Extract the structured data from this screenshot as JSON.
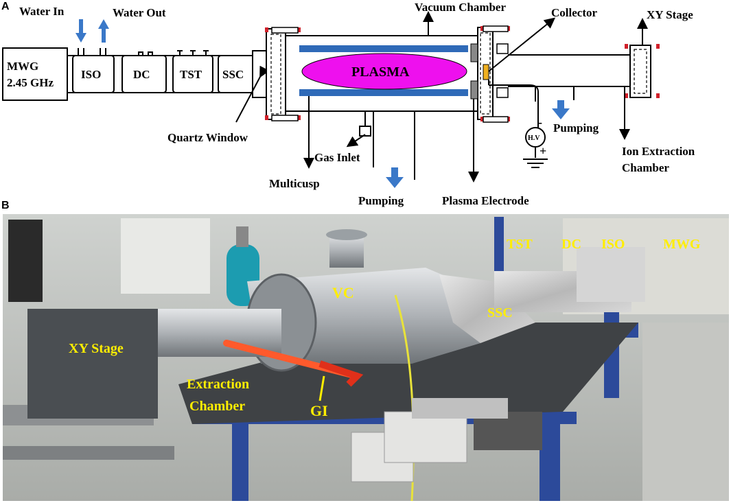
{
  "panels": {
    "a": "A",
    "b": "B"
  },
  "schematic": {
    "water_in": "Water In",
    "water_out": "Water Out",
    "mwg_line1": "MWG",
    "mwg_line2": "2.45 GHz",
    "iso": "ISO",
    "dc": "DC",
    "tst": "TST",
    "ssc": "SSC",
    "plasma": "PLASMA",
    "vacuum_chamber": "Vacuum Chamber",
    "collector": "Collector",
    "xy_stage": "XY Stage",
    "quartz_window": "Quartz Window",
    "gas_inlet": "Gas Inlet",
    "multicusp": "Multicusp",
    "pumping_bottom": "Pumping",
    "plasma_electrode": "Plasma Electrode",
    "hv": "H.V",
    "minus": "-",
    "plus": "+",
    "pumping_right": "Pumping",
    "ion_extraction_line1": "Ion Extraction",
    "ion_extraction_line2": "Chamber"
  },
  "photo": {
    "tst": "TST",
    "dc": "DC",
    "iso": "ISO",
    "mwg": "MWG",
    "vc": "VC",
    "ssc": "SSC",
    "xy_stage": "XY Stage",
    "extraction_line1": "Extraction",
    "extraction_line2": "Chamber",
    "gi": "GI"
  },
  "colors": {
    "plasma_fill": "#ee10ee",
    "multicusp_bar": "#2f6ab8",
    "arrow_blue": "#3a78c8",
    "flange_red": "#d0202a",
    "collector_fill": "#f0b020",
    "photo_label": "#ffee00"
  }
}
